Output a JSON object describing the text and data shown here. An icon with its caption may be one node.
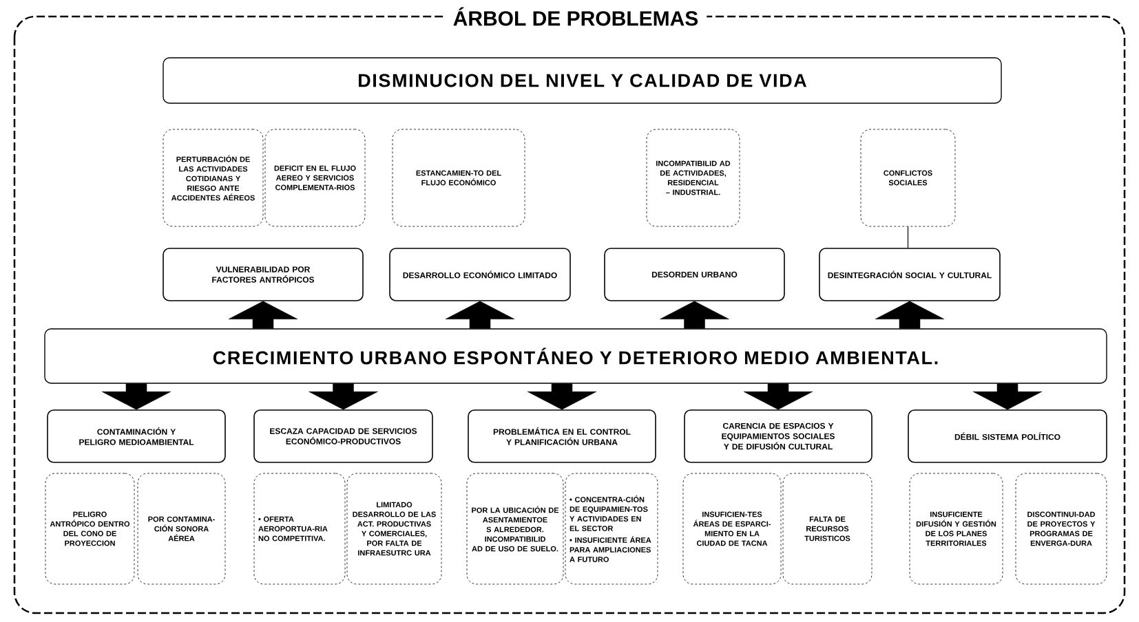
{
  "diagram": {
    "title": "ÁRBOL DE PROBLEMAS",
    "nodes": [
      {
        "text": [
          "DISMINUCION DEL NIVEL Y CALIDAD DE VIDA"
        ]
      },
      {
        "text": [
          "PERTURBACIÓN DE LAS ACTIVIDADES COTIDIANAS Y RIESGO ANTE ACCIDENTES AÉREOS"
        ]
      },
      {
        "text": [
          "DEFICIT EN EL FLUJO AEREO Y SERVICIOS COMPLEMENTA-RIOS"
        ]
      },
      {
        "text": [
          "ESTANCAMIEN-TO DEL FLUJO ECONÓMICO"
        ]
      },
      {
        "text": [
          "INCOMPATIBILID AD DE ACTIVIDADES, RESIDENCIAL – INDUSTRIAL."
        ]
      },
      {
        "text": [
          "CONFLICTOS SOCIALES"
        ]
      },
      {
        "text": [
          "VULNERABILIDAD POR FACTORES ANTRÓPICOS"
        ]
      },
      {
        "text": [
          "DESARROLLO ECONÓMICO LIMITADO"
        ]
      },
      {
        "text": [
          "DESORDEN URBANO"
        ]
      },
      {
        "text": [
          "DESINTEGRACIÓN SOCIAL Y CULTURAL"
        ]
      },
      {
        "text": [
          "CRECIMIENTO URBANO ESPONTÁNEO Y DETERIORO MEDIO AMBIENTAL."
        ]
      },
      {
        "text": [
          "CONTAMINACIÓN Y PELIGRO MEDIOAMBIENTAL"
        ]
      },
      {
        "text": [
          "ESCAZA CAPACIDAD DE SERVICIOS ECONÓMICO-PRODUCTIVOS"
        ]
      },
      {
        "text": [
          "PROBLEMÁTICA EN EL CONTROL Y PLANIFICACIÓN URBANA"
        ]
      },
      {
        "text": [
          "CARENCIA DE ESPACIOS Y EQUIPAMIENTOS SOCIALES Y DE DIFUSIÓN CULTURAL"
        ]
      },
      {
        "text": [
          "DÉBIL SISTEMA POLÍTICO"
        ]
      },
      {
        "text": [
          "PELIGRO ANTRÓPICO DENTRO DEL CONO DE PROYECCION"
        ]
      },
      {
        "text": [
          "POR CONTAMINA-CIÓN SONORA AÉREA"
        ]
      },
      {
        "text": [
          "• OFERTA AEROPORTUA-RIA NO COMPETITIVA."
        ]
      },
      {
        "text": [
          "LIMITADO DESARROLLO DE LAS ACT. PRODUCTIVAS Y COMERCIALES, POR FALTA DE INFRAESUTRC URA"
        ]
      },
      {
        "text": [
          "POR LA UBICACIÓN DE ASENTAMIENTOE S ALREDEDOR. INCOMPATIBILID AD DE USO DE SUELO."
        ]
      },
      {
        "text": [
          "• CONCENTRA-CIÓN DE EQUIPAMIEN-TOS Y ACTIVIDADES EN EL SECTOR",
          "• INSUFICIENTE ÁREA PARA AMPLIACIONES A FUTURO"
        ]
      },
      {
        "text": [
          "INSUFICIEN-TES ÁREAS DE ESPARCI-MIENTO EN LA CIUDAD DE TACNA"
        ]
      },
      {
        "text": [
          "FALTA DE RECURSOS TURISTICOS"
        ]
      },
      {
        "text": [
          "INSUFICIENTE DIFUSIÓN Y GESTIÓN DE LOS PLANES TERRITORIALES"
        ]
      },
      {
        "text": [
          "DISCONTINUI-DAD DE PROYECTOS Y PROGRAMAS DE ENVERGA-DURA"
        ]
      }
    ],
    "edges": [
      {
        "from": 10,
        "to": 6,
        "arrow": "to"
      },
      {
        "from": 10,
        "to": 7,
        "arrow": "to"
      },
      {
        "from": 10,
        "to": 8,
        "arrow": "to"
      },
      {
        "from": 10,
        "to": 9,
        "arrow": "to"
      },
      {
        "from": 5,
        "to": 9,
        "arrow": "none"
      },
      {
        "from": 10,
        "to": 11,
        "arrow": "to"
      },
      {
        "from": 10,
        "to": 12,
        "arrow": "to"
      },
      {
        "from": 10,
        "to": 13,
        "arrow": "to"
      },
      {
        "from": 10,
        "to": 14,
        "arrow": "to"
      },
      {
        "from": 10,
        "to": 15,
        "arrow": "to"
      }
    ]
  }
}
